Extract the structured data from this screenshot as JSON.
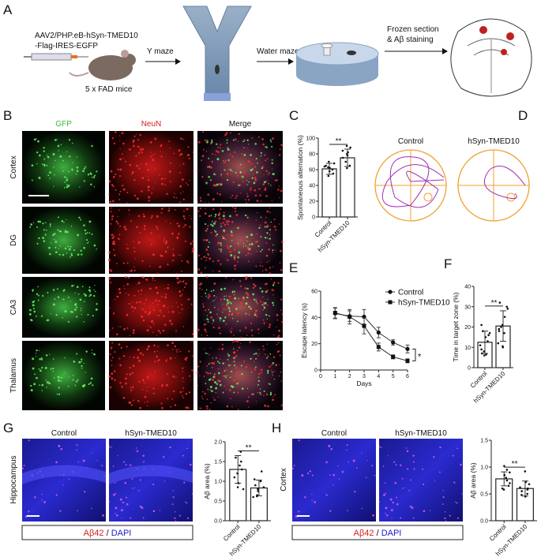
{
  "panel_labels": [
    "A",
    "B",
    "C",
    "D",
    "E",
    "F",
    "G",
    "H"
  ],
  "panel_a": {
    "virus_line1": "AAV2/PHP.eB-hSyn-TMED10",
    "virus_line2": "-Flag-IRES-EGFP",
    "mice": "5 x FAD mice",
    "step1": "Y maze",
    "step2": "Water maze",
    "step3_line1": "Frozen section",
    "step3_line2": "& Aβ staining"
  },
  "panel_b": {
    "columns": [
      "GFP",
      "NeuN",
      "Merge"
    ],
    "column_colors": [
      "#3cb83c",
      "#d42020",
      "#111111"
    ],
    "rows": [
      "Cortex",
      "DG",
      "CA3",
      "Thalamus"
    ]
  },
  "panel_d": {
    "titles": [
      "Control",
      "hSyn-TMED10"
    ],
    "pool_color": "#f0a030",
    "path_color": "#a030b0"
  },
  "panel_g": {
    "columns": [
      "Control",
      "hSyn-TMED10"
    ],
    "row_label": "Hippocampus",
    "stain_a": "Aβ42",
    "stain_sep": " / ",
    "stain_b": "DAPI"
  },
  "panel_h": {
    "columns": [
      "Control",
      "hSyn-TMED10"
    ],
    "row_label": "Cortex",
    "stain_a": "Aβ42",
    "stain_sep": " / ",
    "stain_b": "DAPI"
  },
  "chart_data": [
    {
      "panel": "C",
      "type": "bar",
      "categories": [
        "Control",
        "hSyn-TMED10"
      ],
      "ylabel": "Spontaneous alternation (%)",
      "ylim": [
        0,
        100
      ],
      "yticks": [
        0,
        20,
        40,
        60,
        80,
        100
      ],
      "means": [
        61,
        75
      ],
      "sd": [
        7,
        11
      ],
      "points": [
        [
          52,
          55,
          58,
          60,
          62,
          63,
          64,
          65,
          68,
          70
        ],
        [
          62,
          65,
          70,
          75,
          78,
          80,
          82,
          84,
          88,
          90
        ]
      ],
      "significance": "**"
    },
    {
      "panel": "E",
      "type": "line",
      "x": [
        1,
        2,
        3,
        4,
        5,
        6
      ],
      "xlabel": "Days",
      "ylabel": "Escape latency (s)",
      "xlim": [
        0,
        6
      ],
      "ylim": [
        0,
        60
      ],
      "xticks": [
        0,
        1,
        2,
        3,
        4,
        5,
        6
      ],
      "yticks": [
        0,
        20,
        40,
        60
      ],
      "series": [
        {
          "name": "Control",
          "marker": "circle",
          "values": [
            43,
            41,
            40.5,
            28.5,
            21,
            16
          ],
          "err": [
            4,
            4,
            5.5,
            4,
            2,
            3
          ]
        },
        {
          "name": "hSyn-TMED10",
          "marker": "square",
          "values": [
            43.5,
            40.5,
            33.5,
            17.5,
            10,
            7
          ],
          "err": [
            4,
            5.5,
            6,
            3,
            1.5,
            1.5
          ]
        }
      ],
      "legend": "top-right",
      "significance": "*"
    },
    {
      "panel": "F",
      "type": "bar",
      "categories": [
        "Control",
        "hSyn-TMED10"
      ],
      "ylabel": "Time in target zone (%)",
      "ylim": [
        0,
        40
      ],
      "yticks": [
        0,
        10,
        20,
        30,
        40
      ],
      "means": [
        12.5,
        20.5
      ],
      "sd": [
        5.5,
        7.5
      ],
      "points": [
        [
          6,
          6.5,
          7,
          8,
          9,
          11,
          13,
          15,
          16,
          17,
          18,
          21
        ],
        [
          10,
          10.5,
          12,
          17,
          18,
          19,
          20,
          21,
          25,
          29,
          30,
          32
        ]
      ],
      "significance": "**"
    },
    {
      "panel": "G",
      "type": "bar",
      "categories": [
        "Control",
        "hSyn-TMED10"
      ],
      "ylabel": "Aβ area (%)",
      "ylim": [
        0,
        2.0
      ],
      "yticks": [
        0,
        0.5,
        1.0,
        1.5,
        2.0
      ],
      "means": [
        1.3,
        0.83
      ],
      "sd": [
        0.35,
        0.2
      ],
      "points": [
        [
          0.8,
          0.85,
          0.95,
          1.1,
          1.2,
          1.3,
          1.4,
          1.5,
          1.6,
          1.75
        ],
        [
          0.6,
          0.62,
          0.65,
          0.75,
          0.8,
          0.85,
          0.9,
          1.0,
          1.05,
          1.25
        ]
      ],
      "significance": "**"
    },
    {
      "panel": "H",
      "type": "bar",
      "categories": [
        "Control",
        "hSyn-TMED10"
      ],
      "ylabel": "Aβ area (%)",
      "ylim": [
        0,
        1.5
      ],
      "yticks": [
        0,
        0.5,
        1.0,
        1.5
      ],
      "means": [
        0.78,
        0.6
      ],
      "sd": [
        0.13,
        0.14
      ],
      "points": [
        [
          0.58,
          0.6,
          0.65,
          0.7,
          0.75,
          0.8,
          0.85,
          0.9,
          0.95,
          1.02
        ],
        [
          0.45,
          0.48,
          0.5,
          0.55,
          0.58,
          0.6,
          0.62,
          0.68,
          0.72,
          0.92
        ]
      ],
      "significance": "**"
    }
  ]
}
